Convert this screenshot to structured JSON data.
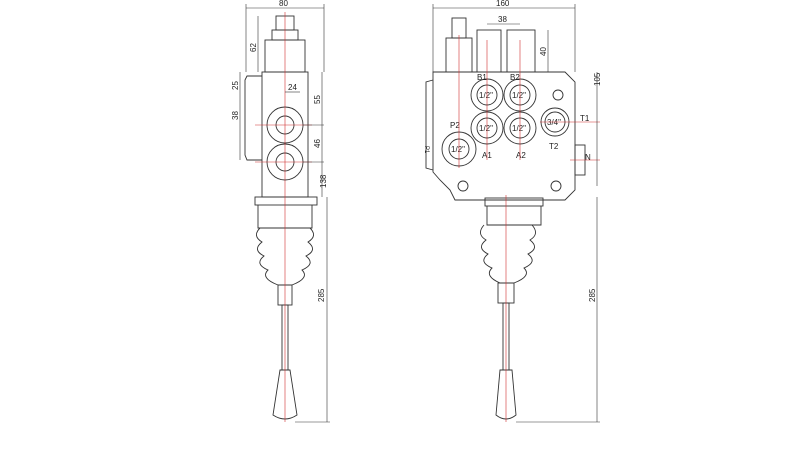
{
  "side_view": {
    "dims": {
      "width": "80",
      "top": "62",
      "d25": "25",
      "d38": "38",
      "d24": "24",
      "d55": "55",
      "d46": "46",
      "d138": "138",
      "lever": "285"
    }
  },
  "front_view": {
    "dims": {
      "width": "160",
      "spacing": "38",
      "plug": "40",
      "height": "105",
      "lever": "285"
    },
    "ports": {
      "b1": "B1",
      "b2": "B2",
      "a1": "A1",
      "a2": "A2",
      "t1": "T1",
      "t2": "T2",
      "p1": "P1",
      "p2": "P2",
      "n": "N"
    },
    "sizes": {
      "b1": "1/2\"",
      "b2": "1/2\"",
      "a1": "1/2\"",
      "a2": "1/2\"",
      "p": "1/2\"",
      "t": "3/4\""
    }
  },
  "colors": {
    "centerline": "#d03030",
    "line": "#333333"
  }
}
